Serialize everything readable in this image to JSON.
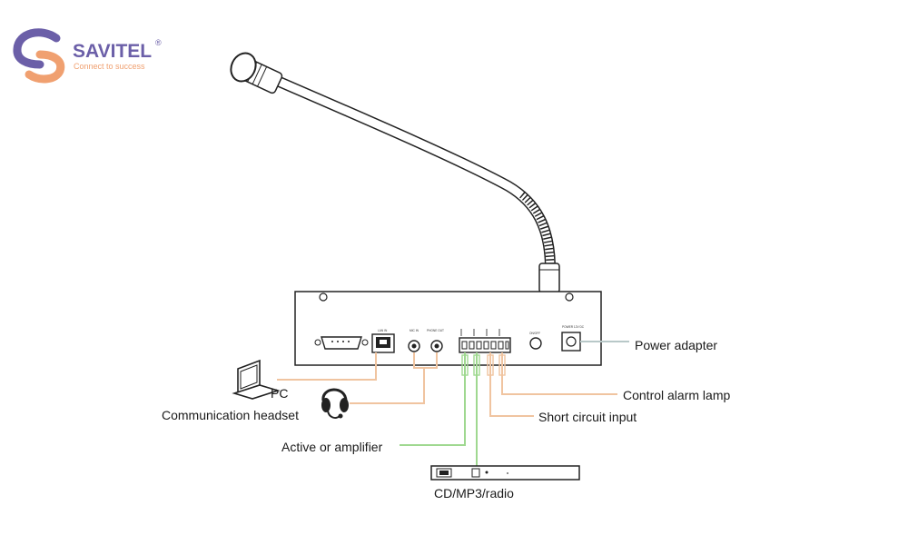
{
  "logo": {
    "name": "SAVITEL",
    "registered": "®",
    "tagline": "Connect to success",
    "colors": {
      "primary": "#6b5fa8",
      "accent": "#f0a070"
    }
  },
  "device": {
    "panel_labels": {
      "lan": "LAN IN",
      "mic_in": "MIC IN",
      "phone_out": "PHONE OUT",
      "onoff": "ON/OFF",
      "power": "POWER 12V DC"
    }
  },
  "labels": {
    "pc": "PC",
    "headset": "Communication headset",
    "amplifier": "Active or amplifier",
    "cd": "CD/MP3/radio",
    "power": "Power adapter",
    "alarm": "Control alarm lamp",
    "short": "Short circuit input"
  },
  "wire_colors": {
    "orange": "#f0c4a0",
    "green": "#9fd890",
    "gray": "#b8c8c8",
    "line": "#222222"
  }
}
